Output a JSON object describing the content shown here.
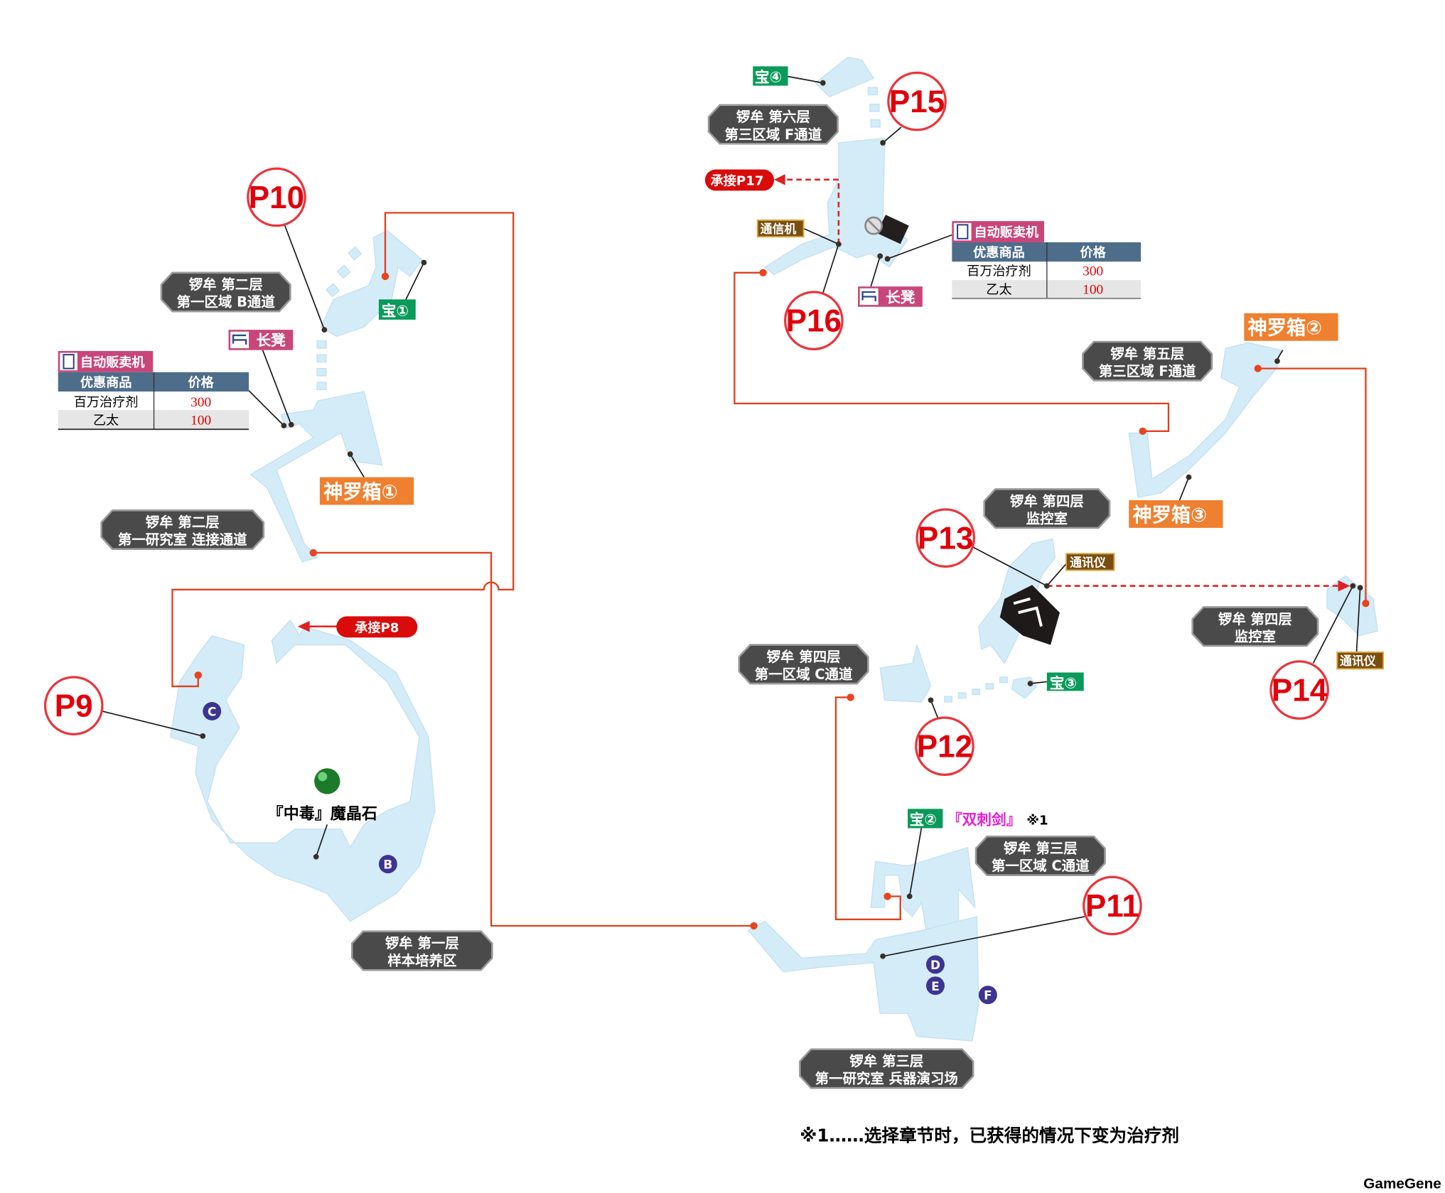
{
  "colors": {
    "room": "#d4ecf8",
    "route": "#e0411d",
    "treasure": "#0a9a5a",
    "bench": "#c8467a",
    "shinra": "#ee8030",
    "comm": "#8a5a1a",
    "link": "#d90b0b",
    "table_header": "#4e6d8a",
    "marker": "#3b3491"
  },
  "points": {
    "p9": "P9",
    "p10": "P10",
    "p11": "P11",
    "p12": "P12",
    "p13": "P13",
    "p14": "P14",
    "p15": "P15",
    "p16": "P16"
  },
  "areas": {
    "f2_b": {
      "line1": "锣牟  第二层",
      "line2": "第一区域  B通道"
    },
    "f2_lab": {
      "line1": "锣牟  第二层",
      "line2": "第一研究室  连接通道"
    },
    "f1": {
      "line1": "锣牟  第一层",
      "line2": "样本培养区"
    },
    "f6": {
      "line1": "锣牟  第六层",
      "line2": "第三区域  F通道"
    },
    "f5": {
      "line1": "锣牟  第五层",
      "line2": "第三区域  F通道"
    },
    "f4_mon": {
      "line1": "锣牟  第四层",
      "line2": "监控室"
    },
    "f4_mon2": {
      "line1": "锣牟  第四层",
      "line2": "监控室"
    },
    "f4_c": {
      "line1": "锣牟  第四层",
      "line2": "第一区域  C通道"
    },
    "f3_c": {
      "line1": "锣牟  第三层",
      "line2": "第一区域  C通道"
    },
    "f3_arena": {
      "line1": "锣牟  第三层",
      "line2": "第一研究室  兵器演习场"
    }
  },
  "tags": {
    "treasure1": "宝①",
    "treasure2": "宝②",
    "treasure3": "宝③",
    "treasure4": "宝④",
    "bench": "长凳",
    "shinra1": "神罗箱①",
    "shinra2": "神罗箱②",
    "shinra3": "神罗箱③",
    "comm_device": "通信机",
    "comm_unit": "通讯仪",
    "link_p8": "承接P8",
    "link_p17": "承接P17",
    "materia": "『中毒』魔晶石",
    "weapon": "『双刺剑』",
    "weapon_note": "※1"
  },
  "vending": {
    "title": "自动贩卖机",
    "headers": [
      "优惠商品",
      "价格"
    ],
    "rows": [
      [
        "百万治疗剂",
        "300"
      ],
      [
        "乙太",
        "100"
      ]
    ]
  },
  "markers": [
    "B",
    "C",
    "D",
    "E",
    "F"
  ],
  "footnote": "※1……选择章节时，已获得的情况下变为治疗剂",
  "watermark": "GameGene"
}
